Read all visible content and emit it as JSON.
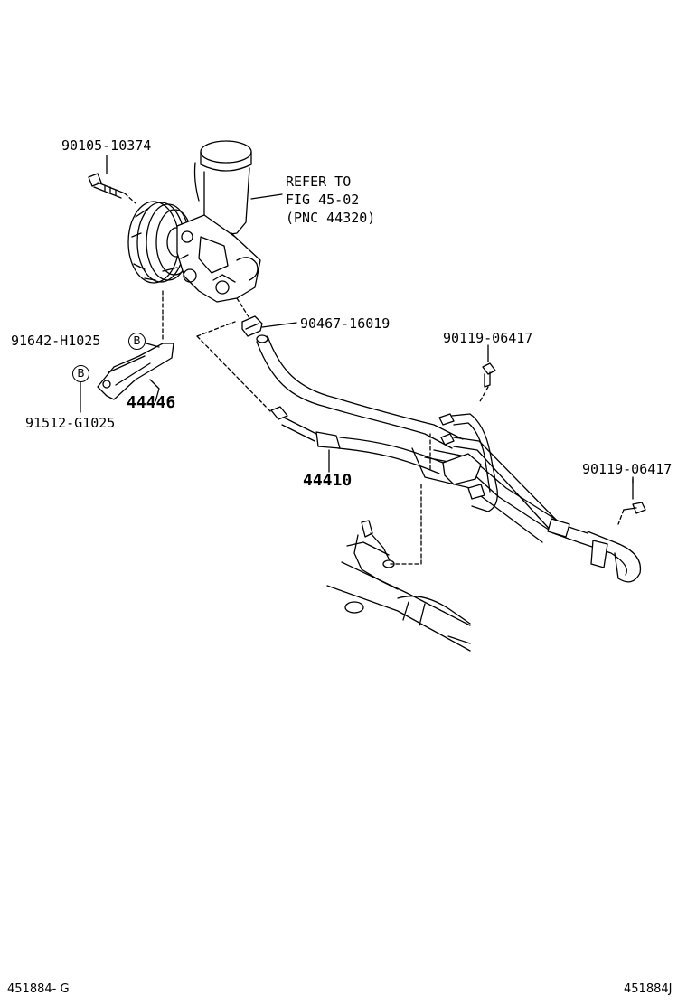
{
  "callouts": {
    "bolt_pump": "90105-10374",
    "reservoir_ref_line1": "REFER TO",
    "reservoir_ref_line2": "FIG 45-02",
    "reservoir_ref_line3": "(PNC 44320)",
    "clamp": "90467-16019",
    "union_bolt_upper": "90119-06417",
    "union_bolt_right": "90119-06417",
    "bracket_bolt": "91642-H1025",
    "bracket_bolt_b": "91512-G1025",
    "bracket_part": "44446",
    "hose_assy": "44410",
    "ref_mark_1": "B",
    "ref_mark_2": "B"
  },
  "footer": {
    "left_code": "451884- G",
    "right_code": "451884J"
  }
}
